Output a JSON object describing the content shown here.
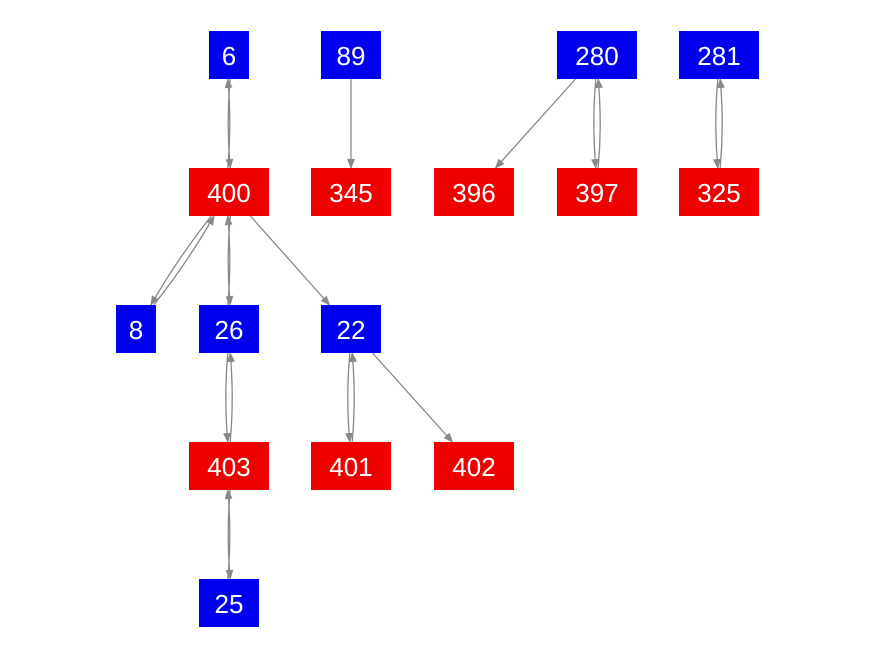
{
  "colors": {
    "blue": "#0000ee",
    "red": "#ee0000",
    "edge": "#888888"
  },
  "nodes": [
    {
      "id": "6",
      "label": "6",
      "color": "blue"
    },
    {
      "id": "89",
      "label": "89",
      "color": "blue"
    },
    {
      "id": "280",
      "label": "280",
      "color": "blue"
    },
    {
      "id": "281",
      "label": "281",
      "color": "blue"
    },
    {
      "id": "400",
      "label": "400",
      "color": "red"
    },
    {
      "id": "345",
      "label": "345",
      "color": "red"
    },
    {
      "id": "396",
      "label": "396",
      "color": "red"
    },
    {
      "id": "397",
      "label": "397",
      "color": "red"
    },
    {
      "id": "325",
      "label": "325",
      "color": "red"
    },
    {
      "id": "8",
      "label": "8",
      "color": "blue"
    },
    {
      "id": "26",
      "label": "26",
      "color": "blue"
    },
    {
      "id": "22",
      "label": "22",
      "color": "blue"
    },
    {
      "id": "403",
      "label": "403",
      "color": "red"
    },
    {
      "id": "401",
      "label": "401",
      "color": "red"
    },
    {
      "id": "402",
      "label": "402",
      "color": "red"
    },
    {
      "id": "25",
      "label": "25",
      "color": "blue"
    }
  ],
  "edges": [
    {
      "from": "6",
      "to": "400"
    },
    {
      "from": "400",
      "to": "6"
    },
    {
      "from": "89",
      "to": "345"
    },
    {
      "from": "280",
      "to": "396"
    },
    {
      "from": "280",
      "to": "397"
    },
    {
      "from": "397",
      "to": "280"
    },
    {
      "from": "281",
      "to": "325"
    },
    {
      "from": "325",
      "to": "281"
    },
    {
      "from": "400",
      "to": "8"
    },
    {
      "from": "8",
      "to": "400"
    },
    {
      "from": "400",
      "to": "26"
    },
    {
      "from": "26",
      "to": "400"
    },
    {
      "from": "400",
      "to": "22"
    },
    {
      "from": "26",
      "to": "403"
    },
    {
      "from": "403",
      "to": "26"
    },
    {
      "from": "22",
      "to": "401"
    },
    {
      "from": "401",
      "to": "22"
    },
    {
      "from": "22",
      "to": "402"
    },
    {
      "from": "403",
      "to": "25"
    },
    {
      "from": "25",
      "to": "403"
    }
  ]
}
